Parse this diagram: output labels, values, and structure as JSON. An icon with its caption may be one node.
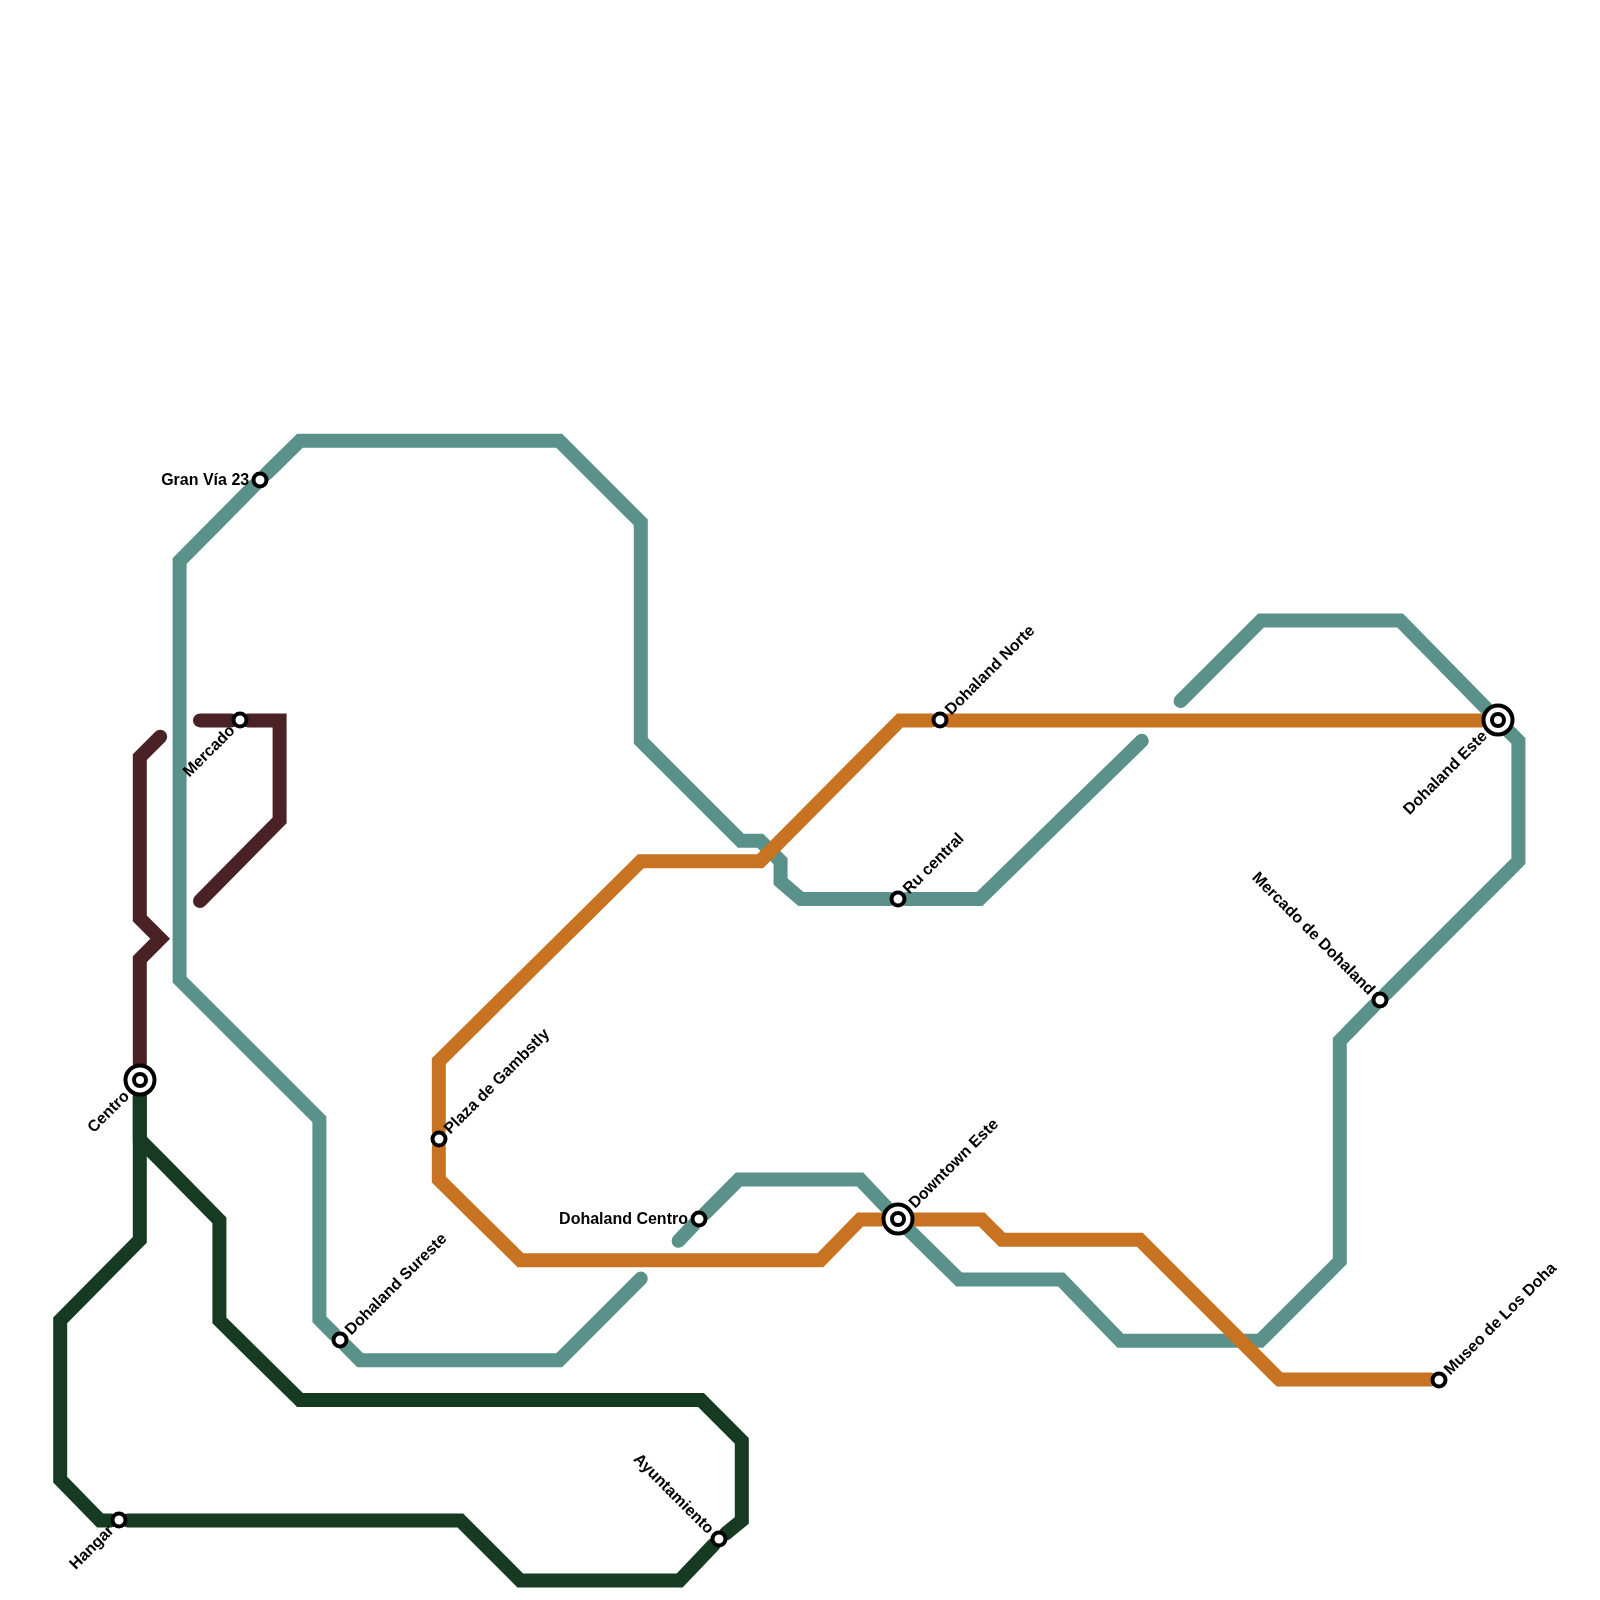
{
  "diagram": {
    "nodes": [
      {
        "text": [
          "Gran Vía 23"
        ]
      },
      {
        "text": [
          "Mercado"
        ]
      },
      {
        "text": [
          "Centro"
        ]
      },
      {
        "text": [
          "Hangar"
        ]
      },
      {
        "text": [
          "Ayuntamiento"
        ]
      },
      {
        "text": [
          "Dohaland Sureste"
        ]
      },
      {
        "text": [
          "Plaza de Gambstly"
        ]
      },
      {
        "text": [
          "Dohaland Centro"
        ]
      },
      {
        "text": [
          "Downtown Este"
        ]
      },
      {
        "text": [
          "Ru central"
        ]
      },
      {
        "text": [
          "Dohaland Norte"
        ]
      },
      {
        "text": [
          "Dohaland Este"
        ]
      },
      {
        "text": [
          "Mercado de Dohaland"
        ]
      },
      {
        "text": [
          "Museo de Los Doha"
        ]
      }
    ],
    "edges": [
      {
        "from": null,
        "to": 5,
        "arrow": "none"
      },
      {
        "from": 5,
        "to": 0,
        "arrow": "none"
      },
      {
        "from": 0,
        "to": 9,
        "arrow": "none"
      },
      {
        "from": 9,
        "to": null,
        "arrow": "none"
      },
      {
        "from": null,
        "to": 7,
        "arrow": "none"
      },
      {
        "from": 7,
        "to": 8,
        "arrow": "none"
      },
      {
        "from": 8,
        "to": 12,
        "arrow": "none"
      },
      {
        "from": 12,
        "to": 11,
        "arrow": "none"
      },
      {
        "from": 11,
        "to": null,
        "arrow": "none"
      },
      {
        "from": 13,
        "to": 8,
        "arrow": "none",
        "color": "#c87322"
      },
      {
        "from": 8,
        "to": 6,
        "arrow": "none",
        "color": "#c87322"
      },
      {
        "from": 6,
        "to": 10,
        "arrow": "none",
        "color": "#c87322"
      },
      {
        "from": 10,
        "to": 11,
        "arrow": "none",
        "color": "#c87322"
      },
      {
        "from": 2,
        "to": null,
        "arrow": "none",
        "color": "#4a2125"
      },
      {
        "from": 1,
        "to": null,
        "arrow": "none",
        "color": "#4a2125"
      },
      {
        "from": 1,
        "to": null,
        "arrow": "none",
        "color": "#4a2125"
      },
      {
        "from": 2,
        "to": 3,
        "arrow": "none",
        "color": "#173b22"
      },
      {
        "from": 3,
        "to": 4,
        "arrow": "none",
        "color": "#173b22"
      },
      {
        "from": 4,
        "to": 2,
        "arrow": "none",
        "color": "#173b22"
      }
    ]
  }
}
